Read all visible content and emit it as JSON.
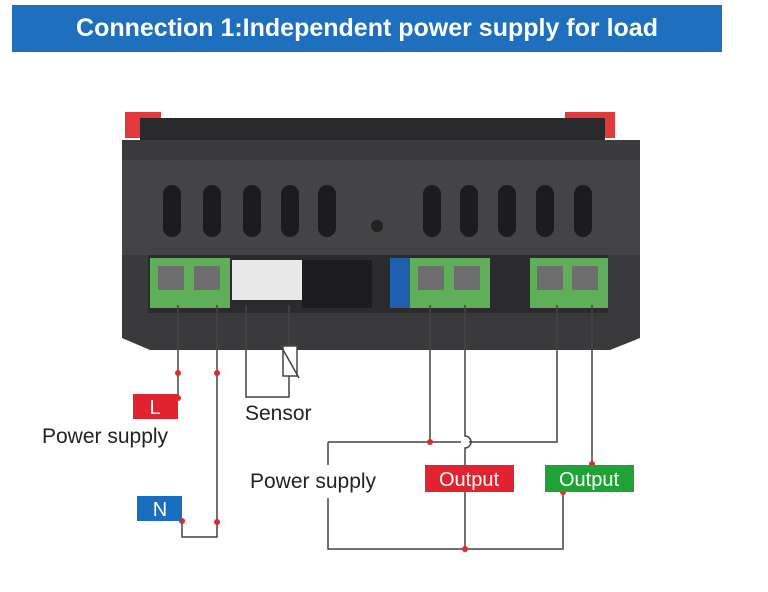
{
  "title": "Connection 1:Independent power supply for load",
  "labels": {
    "l_tag": "L",
    "n_tag": "N",
    "main_power": "Power supply",
    "sensor": "Sensor",
    "load_power": "Power supply",
    "output_red": "Output",
    "output_green": "Output"
  },
  "colors": {
    "title_bg": "#1e6fbe",
    "l_tag": "#e0232e",
    "n_tag": "#1a6ec0",
    "output_red": "#e0232e",
    "output_green": "#1fa336",
    "terminal": "#5fae5a",
    "body": "#3a3a3c"
  }
}
